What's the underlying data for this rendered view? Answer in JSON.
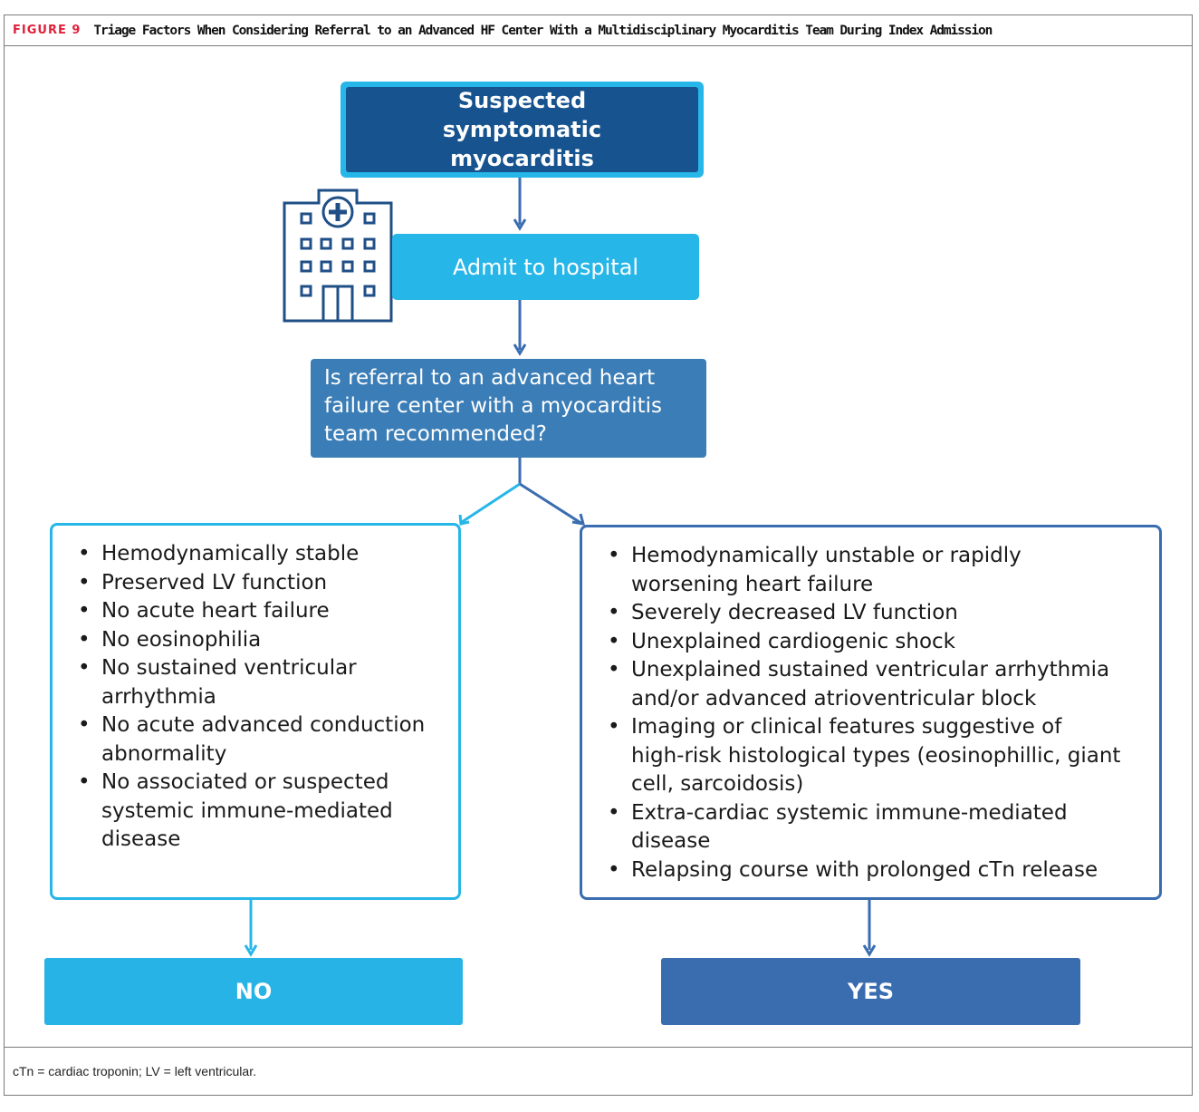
{
  "header": {
    "figure_label": "FIGURE 9",
    "title": "Triage Factors When Considering Referral to an Advanced HF Center With a Multidisciplinary Myocarditis Team During Index Admission"
  },
  "flowchart": {
    "start_node": "Suspected symptomatic myocarditis",
    "admit_node": "Admit to hospital",
    "question_node": "Is referral to an advanced heart failure center with a myocarditis team recommended?",
    "no_criteria": [
      [
        "Hemodynamically stable"
      ],
      [
        "Preserved LV function"
      ],
      [
        "No acute heart failure"
      ],
      [
        "No eosinophilia"
      ],
      [
        "No sustained ventricular",
        "arrhythmia"
      ],
      [
        "No acute advanced conduction",
        "abnormality"
      ],
      [
        "No associated or suspected",
        "systemic immune-mediated",
        "disease"
      ]
    ],
    "yes_criteria": [
      [
        "Hemodynamically unstable or rapidly",
        "worsening heart failure"
      ],
      [
        "Severely decreased LV function"
      ],
      [
        "Unexplained cardiogenic shock"
      ],
      [
        "Unexplained sustained ventricular arrhythmia",
        "and/or advanced atrioventricular block"
      ],
      [
        "Imaging or clinical features suggestive of",
        "high-risk histological types (eosinophillic, giant",
        "cell, sarcoidosis)"
      ],
      [
        "Extra-cardiac systemic immune-mediated",
        "disease"
      ],
      [
        "Relapsing course with prolonged cTn release"
      ]
    ],
    "no_outcome": "NO",
    "yes_outcome": "YES"
  },
  "icons": {
    "hospital": "hospital-building-icon"
  },
  "colors": {
    "light_blue": "#27b6e8",
    "dark_navy": "#17538e",
    "medium_blue": "#3b7db6",
    "yes_blue": "#3a6db0",
    "figure_label_red": "#e2213b"
  },
  "caption": "cTn = cardiac troponin; LV = left ventricular."
}
